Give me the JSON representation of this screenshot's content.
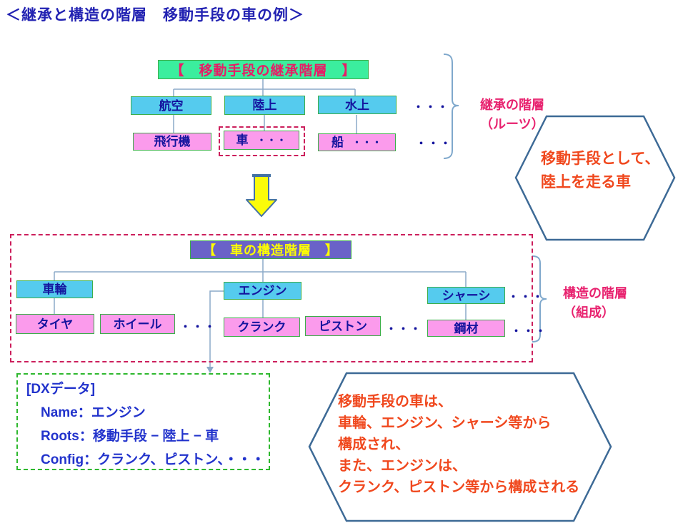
{
  "title": "＜継承と構造の階層　移動手段の車の例＞",
  "ellipsis": "・・・",
  "colors": {
    "title_navy": "#2222B2",
    "node_text_navy": "#14149E",
    "inherit_header_bg": "#3BEE9E",
    "inherit_header_text": "#E81C66",
    "structure_header_bg": "#6A62C8",
    "structure_header_text": "#FFFF00",
    "cyan_node_bg": "#55CBEE",
    "pink_node_bg": "#FB9BEC",
    "node_border_green": "#3DAE49",
    "dashed_red": "#CC1F5C",
    "dashed_green": "#2EB82E",
    "hexagon_border": "#3D6A96",
    "hexagon_text": "#F0481E",
    "brace_label_pink": "#E8216E",
    "connector_blue": "#8CAAC8",
    "arrow_yellow": "#FBFB09",
    "arrow_border": "#4472A4",
    "dx_text_blue": "#2233CC"
  },
  "inheritance": {
    "header": "【　移動手段の継承階層　】",
    "nodes": {
      "koku": "航空",
      "rikujo": "陸上",
      "suijo": "水上",
      "hikoki": "飛行機",
      "kuruma": "車",
      "fune": "船"
    },
    "brace_label": {
      "line1": "継承の階層",
      "line2": "（ルーツ）"
    }
  },
  "structure": {
    "header": "【　車の構造階層　】",
    "nodes": {
      "sharin": "車輪",
      "engine": "エンジン",
      "chassis": "シャーシ",
      "tire": "タイヤ",
      "wheel": "ホイール",
      "crank": "クランク",
      "piston": "ピストン",
      "kozai": "鋼材"
    },
    "brace_label": {
      "line1": "構造の階層",
      "line2": "（組成）"
    }
  },
  "hexagon_top": {
    "line1": "移動手段として、",
    "line2": "陸上を走る車"
  },
  "hexagon_bottom": {
    "line1": "移動手段の車は、",
    "line2": "車輪、エンジン、シャーシ等から",
    "line3": "構成され、",
    "line4": "また、エンジンは、",
    "line5": "クランク、ピストン等から構成される"
  },
  "dx_box": {
    "line1": "[DXデータ]",
    "line2": "Name：エンジン",
    "line3": "Roots：移動手段 − 陸上 − 車",
    "line4": "Config：クランク、ピストン、・・・"
  }
}
